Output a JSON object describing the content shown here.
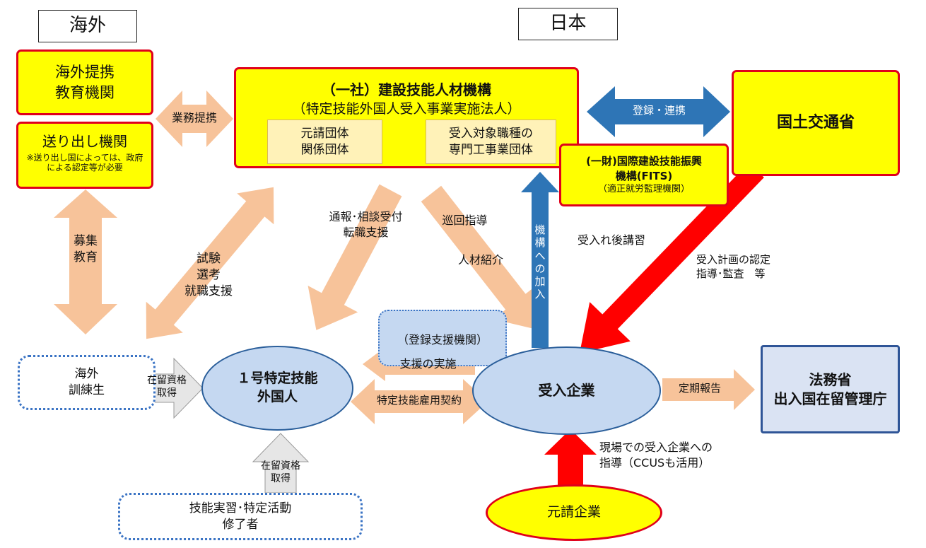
{
  "regions": {
    "overseas": "海外",
    "japan": "日本"
  },
  "nodes": {
    "overseas_edu": [
      "海外提携",
      "教育機関"
    ],
    "sending_org": "送り出し機関",
    "sending_note": [
      "※送り出し国によっては、政府",
      "による認定等が必要"
    ],
    "jac_title": "（一社）建設技能人材機構",
    "jac_sub": "（特定技能外国人受入事業実施法人）",
    "jac_inner1": [
      "元請団体",
      "関係団体"
    ],
    "jac_inner2": [
      "受入対象職種の",
      "専門工事業団体"
    ],
    "mlit": "国土交通省",
    "fits_title": [
      "(一財)国際建設技能振興",
      "機構(FITS)"
    ],
    "fits_sub": "（適正就労監理機関）",
    "trainee": [
      "海外",
      "訓練生"
    ],
    "worker": [
      "１号特定技能",
      "外国人"
    ],
    "support_org": "（登録支援機関）",
    "company": "受入企業",
    "moj": [
      "法務省",
      "出入国在留管理庁"
    ],
    "intern": [
      "技能実習･特定活動",
      "修了者"
    ],
    "contractor": "元請企業"
  },
  "labels": {
    "business_tieup": "業務提携",
    "register": "登録・連携",
    "recruit": [
      "募集",
      "教育"
    ],
    "exam": [
      "試験",
      "選考",
      "就職支援"
    ],
    "consult": [
      "通報･相談受付",
      "転職支援"
    ],
    "patrol": "巡回指導",
    "introduce": "人材紹介",
    "join": [
      "機",
      "構",
      "へ",
      "の",
      "加",
      "入"
    ],
    "post_training": "受入れ後講習",
    "plan_cert": [
      "受入計画の認定",
      "指導･監査　等"
    ],
    "status1": [
      "在留資格",
      "取得"
    ],
    "status2": [
      "在留資格",
      "取得"
    ],
    "support": "支援の実施",
    "contract": "特定技能雇用契約",
    "report": "定期報告",
    "onsite": [
      "現場での受入企業への",
      "指導（CCUSも活用）"
    ]
  },
  "colors": {
    "yellow": "#ffff00",
    "red": "#ff0000",
    "peach": "#f7c39a",
    "blue": "#2e75b6",
    "ellipse": "#c5d8f1",
    "moj": "#dae3f3",
    "inner": "#fff2b8"
  }
}
